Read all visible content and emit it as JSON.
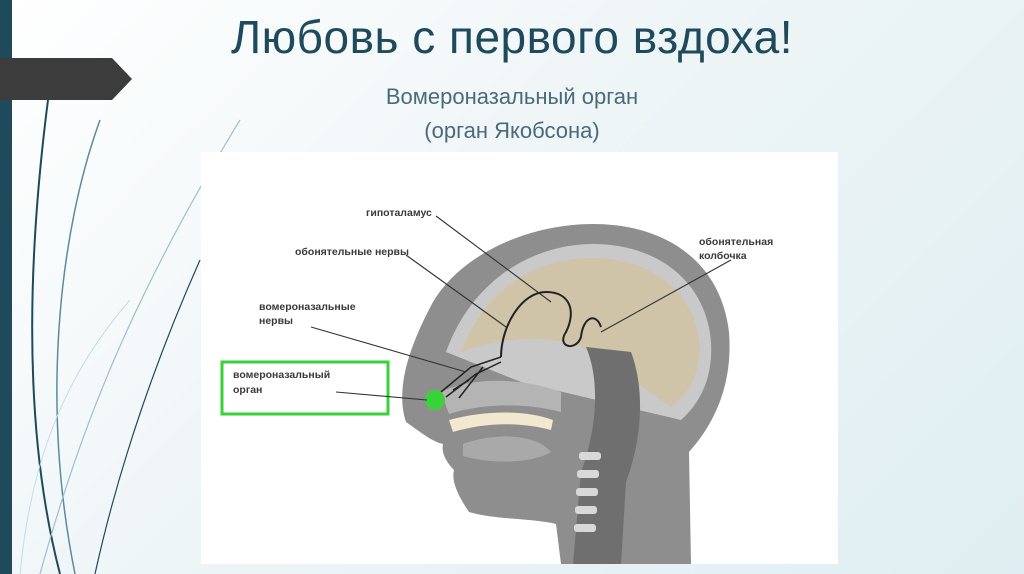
{
  "slide": {
    "title": "Любовь с первого вздоха!",
    "subtitle_line1": "Вомероназальный орган",
    "subtitle_line2": "(орган Якобсона)"
  },
  "diagram": {
    "labels": {
      "hypothalamus": "гипоталамус",
      "olfactory_nerves": "обонятельные нервы",
      "vomeronasal_nerves_1": "вомероназальные",
      "vomeronasal_nerves_2": "нервы",
      "vomeronasal_organ_1": "вомероназальный",
      "vomeronasal_organ_2": "орган",
      "olfactory_bulb_1": "обонятельная",
      "olfactory_bulb_2": "колбочка"
    },
    "colors": {
      "highlight": "#3ad13a",
      "head": "#8e8e8e",
      "brain": "#cfc3a8",
      "title": "#1f4a5c"
    }
  }
}
